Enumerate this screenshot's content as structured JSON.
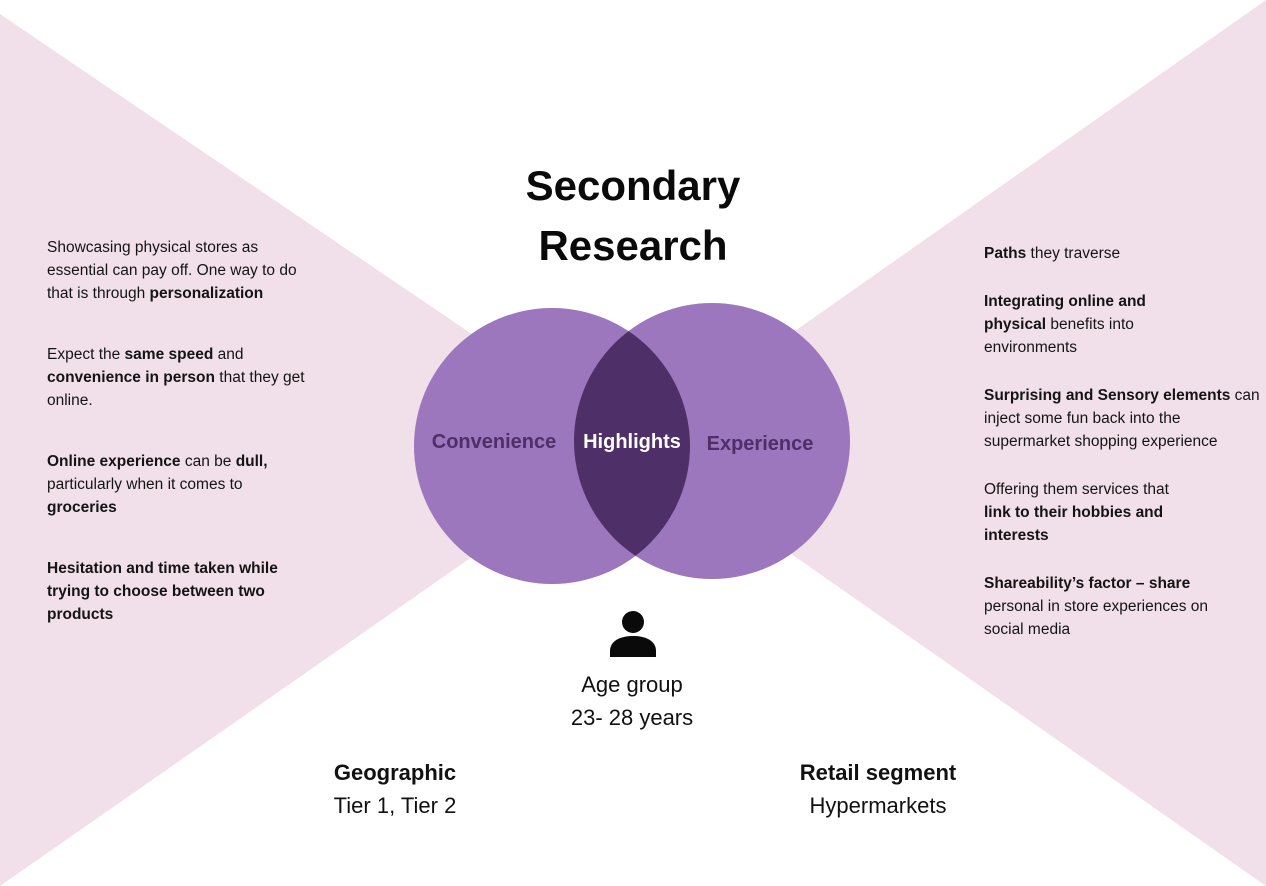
{
  "colors": {
    "background_shape": "#f1e0ea",
    "circle": "#9c77bd",
    "intersection": "#4e2f67",
    "circle_label": "#4e2f67",
    "intersection_label": "#ffffff",
    "text": "#111111"
  },
  "title": {
    "line1": "Secondary",
    "line2": "Research"
  },
  "venn": {
    "left_label": "Convenience",
    "center_label": "Highlights",
    "right_label": "Experience"
  },
  "left_notes": [
    {
      "parts": [
        {
          "text": "Showcasing physical stores as essential can pay off. One way to do that is through ",
          "bold": false
        },
        {
          "text": "personalization",
          "bold": true
        }
      ]
    },
    {
      "parts": [
        {
          "text": "Expect the ",
          "bold": false
        },
        {
          "text": "same speed",
          "bold": true
        },
        {
          "text": " and ",
          "bold": false
        },
        {
          "text": "convenience in person",
          "bold": true
        },
        {
          "text": " that they get online.",
          "bold": false
        }
      ]
    },
    {
      "parts": [
        {
          "text": "Online experience",
          "bold": true
        },
        {
          "text": " can be ",
          "bold": false
        },
        {
          "text": "dull,",
          "bold": true
        },
        {
          "text": " particularly when it comes to ",
          "bold": false
        },
        {
          "text": "groceries",
          "bold": true
        }
      ]
    },
    {
      "parts": [
        {
          "text": "Hesitation and time taken while trying to choose between two products",
          "bold": true
        }
      ]
    }
  ],
  "right_notes": [
    {
      "parts": [
        {
          "text": "Paths",
          "bold": true
        },
        {
          "text": " they traverse",
          "bold": false
        }
      ]
    },
    {
      "parts": [
        {
          "text": "Integrating online and physical",
          "bold": true
        },
        {
          "text": " benefits into environments",
          "bold": false
        }
      ]
    },
    {
      "parts": [
        {
          "text": "Surprising and Sensory elements",
          "bold": true
        },
        {
          "text": " can inject some fun back into the supermarket shopping experience",
          "bold": false
        }
      ]
    },
    {
      "parts": [
        {
          "text": "Offering them services that ",
          "bold": false
        },
        {
          "text": "link to their hobbies and interests",
          "bold": true
        }
      ]
    },
    {
      "parts": [
        {
          "text": "Shareability’s factor – share",
          "bold": true
        },
        {
          "text": " personal in store experiences on social media",
          "bold": false
        }
      ]
    }
  ],
  "age": {
    "label": "Age group",
    "value": "23- 28 years",
    "icon": "person-icon"
  },
  "geographic": {
    "label": "Geographic",
    "value": "Tier 1, Tier 2"
  },
  "retail": {
    "label": "Retail segment",
    "value": "Hypermarkets"
  }
}
